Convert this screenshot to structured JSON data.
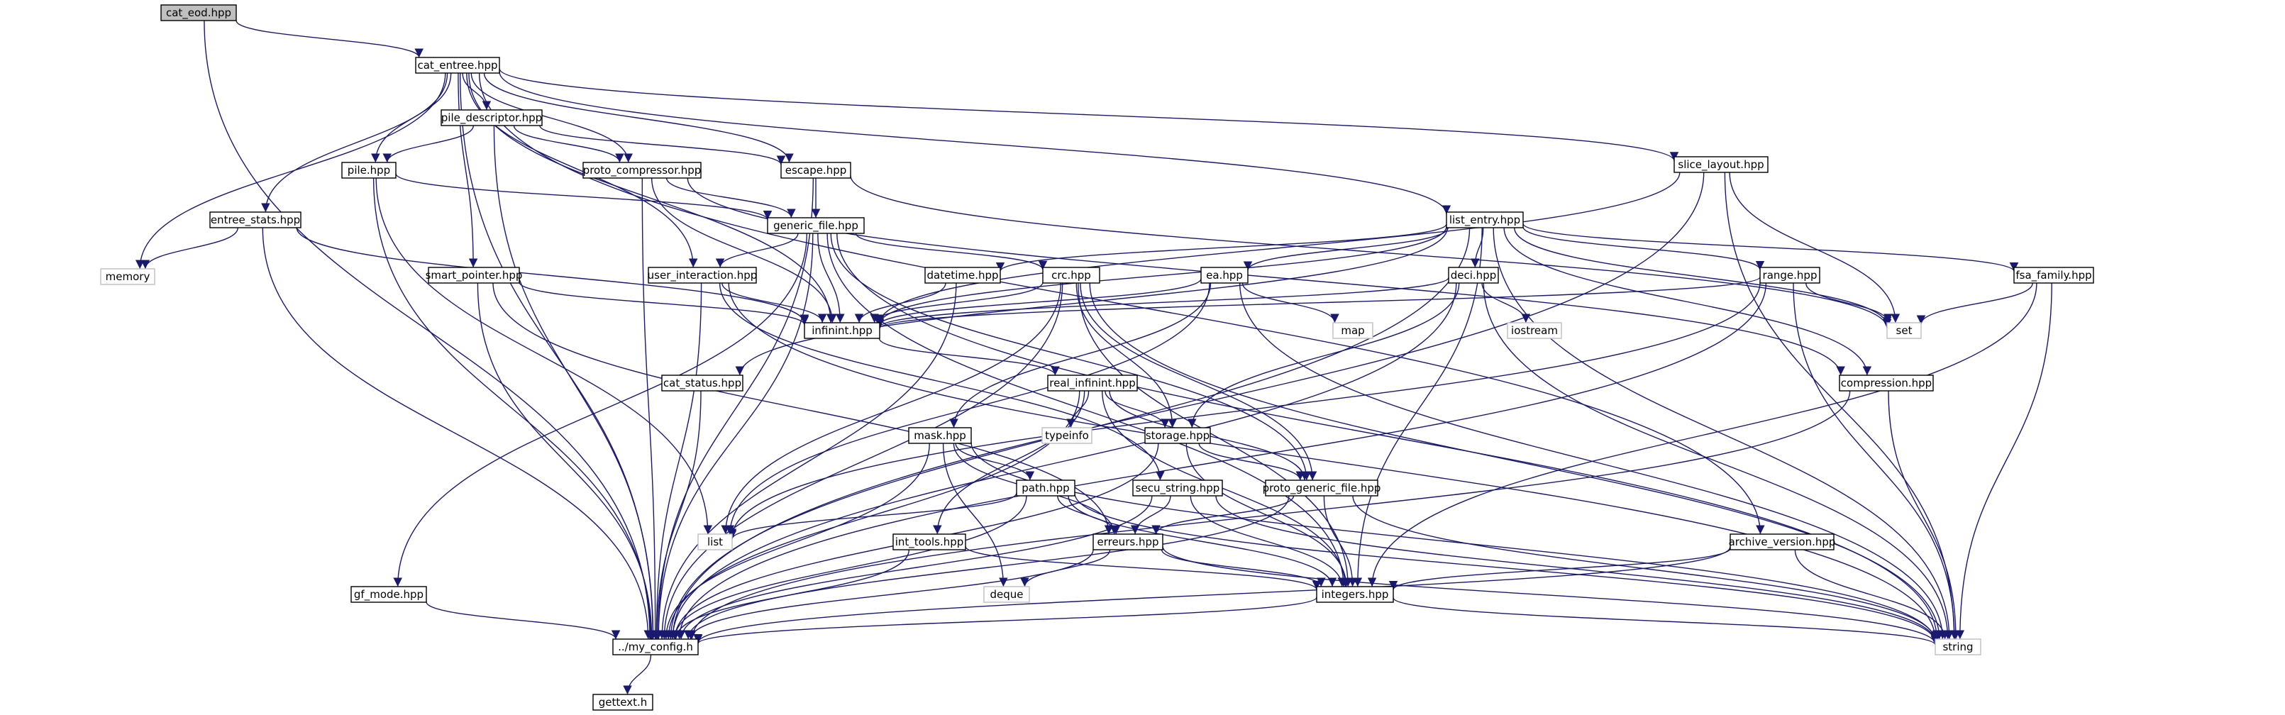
{
  "graph": {
    "nodes": [
      {
        "id": "cat_eod",
        "label": "cat_eod.hpp",
        "kind": "root"
      },
      {
        "id": "cat_entree",
        "label": "cat_entree.hpp",
        "kind": "normal"
      },
      {
        "id": "my_config",
        "label": "../my_config.h",
        "kind": "normal"
      },
      {
        "id": "gettext",
        "label": "gettext.h",
        "kind": "normal"
      },
      {
        "id": "pile_descriptor",
        "label": "pile_descriptor.hpp",
        "kind": "normal"
      },
      {
        "id": "proto_compressor",
        "label": "proto_compressor.hpp",
        "kind": "normal"
      },
      {
        "id": "escape",
        "label": "escape.hpp",
        "kind": "normal"
      },
      {
        "id": "pile",
        "label": "pile.hpp",
        "kind": "normal"
      },
      {
        "id": "entree_stats",
        "label": "entree_stats.hpp",
        "kind": "normal"
      },
      {
        "id": "memory",
        "label": "memory",
        "kind": "system"
      },
      {
        "id": "generic_file",
        "label": "generic_file.hpp",
        "kind": "normal"
      },
      {
        "id": "smart_pointer",
        "label": "smart_pointer.hpp",
        "kind": "normal"
      },
      {
        "id": "user_interaction",
        "label": "user_interaction.hpp",
        "kind": "normal"
      },
      {
        "id": "gf_mode",
        "label": "gf_mode.hpp",
        "kind": "normal"
      },
      {
        "id": "infinint",
        "label": "infinint.hpp",
        "kind": "normal"
      },
      {
        "id": "cat_status",
        "label": "cat_status.hpp",
        "kind": "normal"
      },
      {
        "id": "real_infinint",
        "label": "real_infinint.hpp",
        "kind": "normal"
      },
      {
        "id": "typeinfo",
        "label": "typeinfo",
        "kind": "system"
      },
      {
        "id": "mask",
        "label": "mask.hpp",
        "kind": "normal"
      },
      {
        "id": "path",
        "label": "path.hpp",
        "kind": "normal"
      },
      {
        "id": "list",
        "label": "list",
        "kind": "system"
      },
      {
        "id": "int_tools",
        "label": "int_tools.hpp",
        "kind": "normal"
      },
      {
        "id": "deque",
        "label": "deque",
        "kind": "system"
      },
      {
        "id": "erreurs",
        "label": "erreurs.hpp",
        "kind": "normal"
      },
      {
        "id": "integers",
        "label": "integers.hpp",
        "kind": "normal"
      },
      {
        "id": "string",
        "label": "string",
        "kind": "system"
      },
      {
        "id": "datetime",
        "label": "datetime.hpp",
        "kind": "normal"
      },
      {
        "id": "crc",
        "label": "crc.hpp",
        "kind": "normal"
      },
      {
        "id": "storage",
        "label": "storage.hpp",
        "kind": "normal"
      },
      {
        "id": "secu_string",
        "label": "secu_string.hpp",
        "kind": "normal"
      },
      {
        "id": "proto_generic_file",
        "label": "proto_generic_file.hpp",
        "kind": "normal"
      },
      {
        "id": "ea",
        "label": "ea.hpp",
        "kind": "normal"
      },
      {
        "id": "map",
        "label": "map",
        "kind": "system"
      },
      {
        "id": "deci",
        "label": "deci.hpp",
        "kind": "normal"
      },
      {
        "id": "iostream",
        "label": "iostream",
        "kind": "system"
      },
      {
        "id": "list_entry",
        "label": "list_entry.hpp",
        "kind": "normal"
      },
      {
        "id": "range",
        "label": "range.hpp",
        "kind": "normal"
      },
      {
        "id": "set",
        "label": "set",
        "kind": "system"
      },
      {
        "id": "slice_layout",
        "label": "slice_layout.hpp",
        "kind": "normal"
      },
      {
        "id": "fsa_family",
        "label": "fsa_family.hpp",
        "kind": "normal"
      },
      {
        "id": "compression",
        "label": "compression.hpp",
        "kind": "normal"
      },
      {
        "id": "archive_version",
        "label": "archive_version.hpp",
        "kind": "normal"
      }
    ],
    "edges": [
      [
        "cat_eod",
        "cat_entree"
      ],
      [
        "cat_eod",
        "my_config"
      ],
      [
        "cat_entree",
        "my_config"
      ],
      [
        "cat_entree",
        "pile_descriptor"
      ],
      [
        "cat_entree",
        "proto_compressor"
      ],
      [
        "cat_entree",
        "escape"
      ],
      [
        "cat_entree",
        "pile"
      ],
      [
        "cat_entree",
        "entree_stats"
      ],
      [
        "cat_entree",
        "memory"
      ],
      [
        "cat_entree",
        "smart_pointer"
      ],
      [
        "cat_entree",
        "user_interaction"
      ],
      [
        "cat_entree",
        "infinint"
      ],
      [
        "cat_entree",
        "list_entry"
      ],
      [
        "cat_entree",
        "slice_layout"
      ],
      [
        "cat_entree",
        "archive_version"
      ],
      [
        "pile_descriptor",
        "pile"
      ],
      [
        "pile_descriptor",
        "escape"
      ],
      [
        "pile_descriptor",
        "proto_compressor"
      ],
      [
        "pile_descriptor",
        "my_config"
      ],
      [
        "pile",
        "generic_file"
      ],
      [
        "pile",
        "my_config"
      ],
      [
        "pile",
        "list"
      ],
      [
        "proto_compressor",
        "generic_file"
      ],
      [
        "proto_compressor",
        "infinint"
      ],
      [
        "proto_compressor",
        "compression"
      ],
      [
        "proto_compressor",
        "my_config"
      ],
      [
        "escape",
        "generic_file"
      ],
      [
        "escape",
        "set"
      ],
      [
        "escape",
        "my_config"
      ],
      [
        "entree_stats",
        "my_config"
      ],
      [
        "entree_stats",
        "memory"
      ],
      [
        "entree_stats",
        "infinint"
      ],
      [
        "generic_file",
        "my_config"
      ],
      [
        "generic_file",
        "infinint"
      ],
      [
        "generic_file",
        "gf_mode"
      ],
      [
        "generic_file",
        "crc"
      ],
      [
        "generic_file",
        "user_interaction"
      ],
      [
        "generic_file",
        "proto_generic_file"
      ],
      [
        "generic_file",
        "integers"
      ],
      [
        "generic_file",
        "string"
      ],
      [
        "smart_pointer",
        "my_config"
      ],
      [
        "smart_pointer",
        "infinint"
      ],
      [
        "smart_pointer",
        "erreurs"
      ],
      [
        "user_interaction",
        "my_config"
      ],
      [
        "user_interaction",
        "infinint"
      ],
      [
        "user_interaction",
        "secu_string"
      ],
      [
        "user_interaction",
        "string"
      ],
      [
        "gf_mode",
        "my_config"
      ],
      [
        "infinint",
        "real_infinint"
      ],
      [
        "cat_status",
        "my_config"
      ],
      [
        "real_infinint",
        "my_config"
      ],
      [
        "real_infinint",
        "typeinfo"
      ],
      [
        "real_infinint",
        "storage"
      ],
      [
        "real_infinint",
        "int_tools"
      ],
      [
        "real_infinint",
        "proto_generic_file"
      ],
      [
        "real_infinint",
        "integers"
      ],
      [
        "mask",
        "my_config"
      ],
      [
        "mask",
        "path"
      ],
      [
        "mask",
        "deque"
      ],
      [
        "mask",
        "erreurs"
      ],
      [
        "mask",
        "string"
      ],
      [
        "path",
        "my_config"
      ],
      [
        "path",
        "list"
      ],
      [
        "path",
        "erreurs"
      ],
      [
        "path",
        "integers"
      ],
      [
        "path",
        "string"
      ],
      [
        "int_tools",
        "my_config"
      ],
      [
        "int_tools",
        "integers"
      ],
      [
        "erreurs",
        "my_config"
      ],
      [
        "erreurs",
        "deque"
      ],
      [
        "erreurs",
        "integers"
      ],
      [
        "erreurs",
        "string"
      ],
      [
        "integers",
        "my_config"
      ],
      [
        "integers",
        "string"
      ],
      [
        "datetime",
        "my_config"
      ],
      [
        "datetime",
        "infinint"
      ],
      [
        "crc",
        "my_config"
      ],
      [
        "crc",
        "infinint"
      ],
      [
        "crc",
        "storage"
      ],
      [
        "crc",
        "list"
      ],
      [
        "crc",
        "proto_generic_file"
      ],
      [
        "crc",
        "integers"
      ],
      [
        "crc",
        "string"
      ],
      [
        "storage",
        "integers"
      ],
      [
        "storage",
        "proto_generic_file"
      ],
      [
        "storage",
        "my_config"
      ],
      [
        "secu_string",
        "my_config"
      ],
      [
        "secu_string",
        "erreurs"
      ],
      [
        "secu_string",
        "integers"
      ],
      [
        "secu_string",
        "string"
      ],
      [
        "proto_generic_file",
        "my_config"
      ],
      [
        "proto_generic_file",
        "erreurs"
      ],
      [
        "proto_generic_file",
        "integers"
      ],
      [
        "proto_generic_file",
        "string"
      ],
      [
        "ea",
        "infinint"
      ],
      [
        "ea",
        "map"
      ],
      [
        "ea",
        "mask"
      ],
      [
        "ea",
        "string"
      ],
      [
        "ea",
        "list"
      ],
      [
        "deci",
        "my_config"
      ],
      [
        "deci",
        "infinint"
      ],
      [
        "deci",
        "storage"
      ],
      [
        "deci",
        "iostream"
      ],
      [
        "deci",
        "string"
      ],
      [
        "list_entry",
        "my_config"
      ],
      [
        "list_entry",
        "infinint"
      ],
      [
        "list_entry",
        "cat_status"
      ],
      [
        "list_entry",
        "datetime"
      ],
      [
        "list_entry",
        "ea"
      ],
      [
        "list_entry",
        "deci"
      ],
      [
        "list_entry",
        "range"
      ],
      [
        "list_entry",
        "set"
      ],
      [
        "list_entry",
        "fsa_family"
      ],
      [
        "list_entry",
        "compression"
      ],
      [
        "list_entry",
        "integers"
      ],
      [
        "list_entry",
        "string"
      ],
      [
        "range",
        "my_config"
      ],
      [
        "range",
        "infinint"
      ],
      [
        "range",
        "set"
      ],
      [
        "range",
        "list"
      ],
      [
        "range",
        "string"
      ],
      [
        "slice_layout",
        "infinint"
      ],
      [
        "slice_layout",
        "set"
      ],
      [
        "slice_layout",
        "my_config"
      ],
      [
        "slice_layout",
        "string"
      ],
      [
        "fsa_family",
        "set"
      ],
      [
        "fsa_family",
        "integers"
      ],
      [
        "fsa_family",
        "string"
      ],
      [
        "compression",
        "my_config"
      ],
      [
        "compression",
        "string"
      ],
      [
        "archive_version",
        "my_config"
      ],
      [
        "archive_version",
        "integers"
      ],
      [
        "archive_version",
        "string"
      ],
      [
        "my_config",
        "gettext"
      ]
    ]
  }
}
